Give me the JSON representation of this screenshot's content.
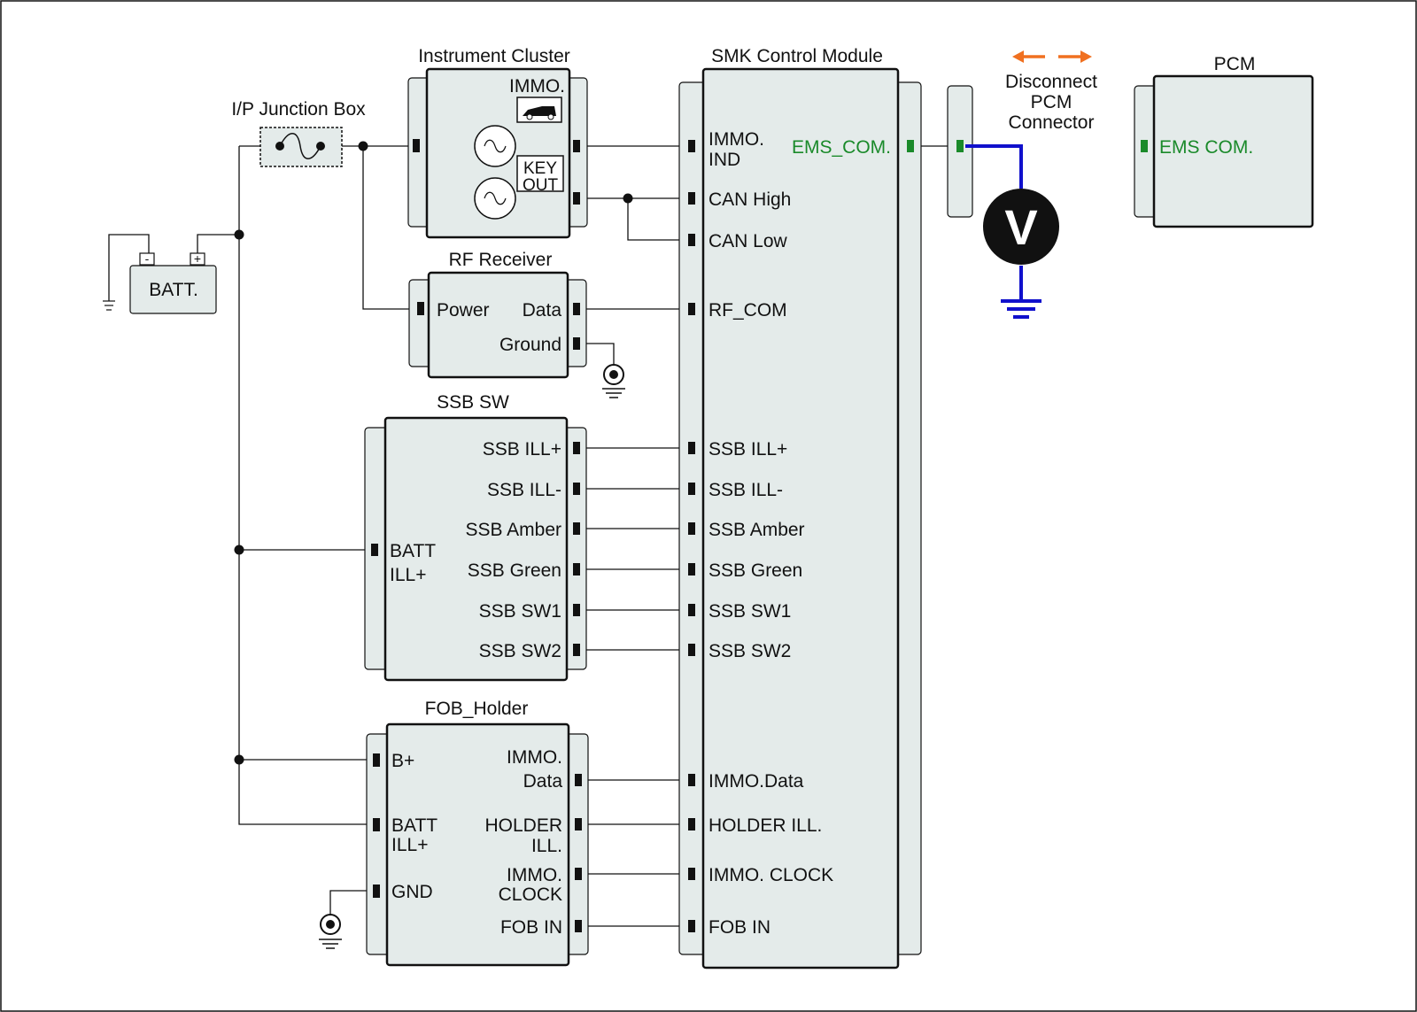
{
  "batt": {
    "label": "BATT.",
    "minus": "-",
    "plus": "+"
  },
  "junction_box": {
    "title": "I/P Junction Box"
  },
  "instrument_cluster": {
    "title": "Instrument Cluster",
    "immo": "IMMO.",
    "key": "KEY",
    "out": "OUT"
  },
  "rf_receiver": {
    "title": "RF Receiver",
    "power": "Power",
    "data": "Data",
    "ground": "Ground"
  },
  "ssb_sw": {
    "title": "SSB SW",
    "batt": "BATT",
    "ill_plus": "ILL+",
    "pins": [
      "SSB ILL+",
      "SSB ILL-",
      "SSB Amber",
      "SSB Green",
      "SSB SW1",
      "SSB SW2"
    ]
  },
  "fob_holder": {
    "title": "FOB_Holder",
    "b_plus": "B+",
    "batt": "BATT",
    "ill_plus": "ILL+",
    "gnd": "GND",
    "immo_data_1": "IMMO.",
    "immo_data_2": "Data",
    "holder_ill_1": "HOLDER",
    "holder_ill_2": "ILL.",
    "immo_clock_1": "IMMO.",
    "immo_clock_2": "CLOCK",
    "fob_in": "FOB IN"
  },
  "smk": {
    "title": "SMK Control Module",
    "immo_ind_1": "IMMO.",
    "immo_ind_2": "IND",
    "ems_com": "EMS_COM.",
    "can_high": "CAN High",
    "can_low": "CAN Low",
    "rf_com": "RF_COM",
    "ssb_pins": [
      "SSB ILL+",
      "SSB ILL-",
      "SSB Amber",
      "SSB Green",
      "SSB SW1",
      "SSB SW2"
    ],
    "immo_data": "IMMO.Data",
    "holder_ill": "HOLDER ILL.",
    "immo_clock": "IMMO. CLOCK",
    "fob_in": "FOB IN"
  },
  "pcm": {
    "title": "PCM",
    "ems_com": "EMS COM."
  },
  "disconnect": {
    "line1": "Disconnect",
    "line2": "PCM",
    "line3": "Connector"
  },
  "meter": {
    "symbol": "V"
  },
  "colors": {
    "component_fill": "#e4ebea",
    "ems_text": "#1a8a2a",
    "meter_wire": "#1010cc",
    "arrow": "#f07020"
  }
}
